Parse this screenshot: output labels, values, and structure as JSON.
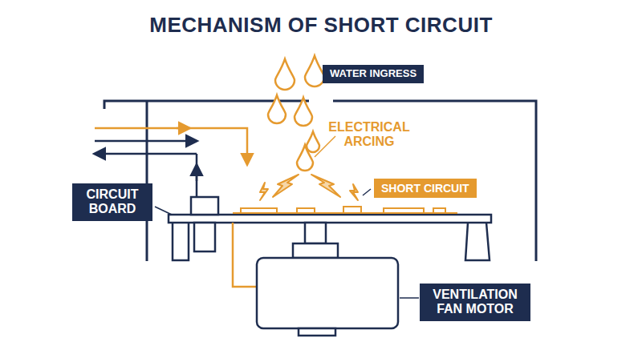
{
  "diagram": {
    "title": "MECHANISM OF SHORT CIRCUIT",
    "nodes": [
      {
        "text": [
          "WATER INGRESS"
        ]
      },
      {
        "text": [
          "CIRCUIT BOARD"
        ]
      },
      {
        "text": [
          "SHORT CIRCUIT"
        ]
      },
      {
        "text": [
          "VENTILATION FAN MOTOR"
        ]
      }
    ],
    "labels": [
      "ELECTRICAL ARCING"
    ]
  }
}
